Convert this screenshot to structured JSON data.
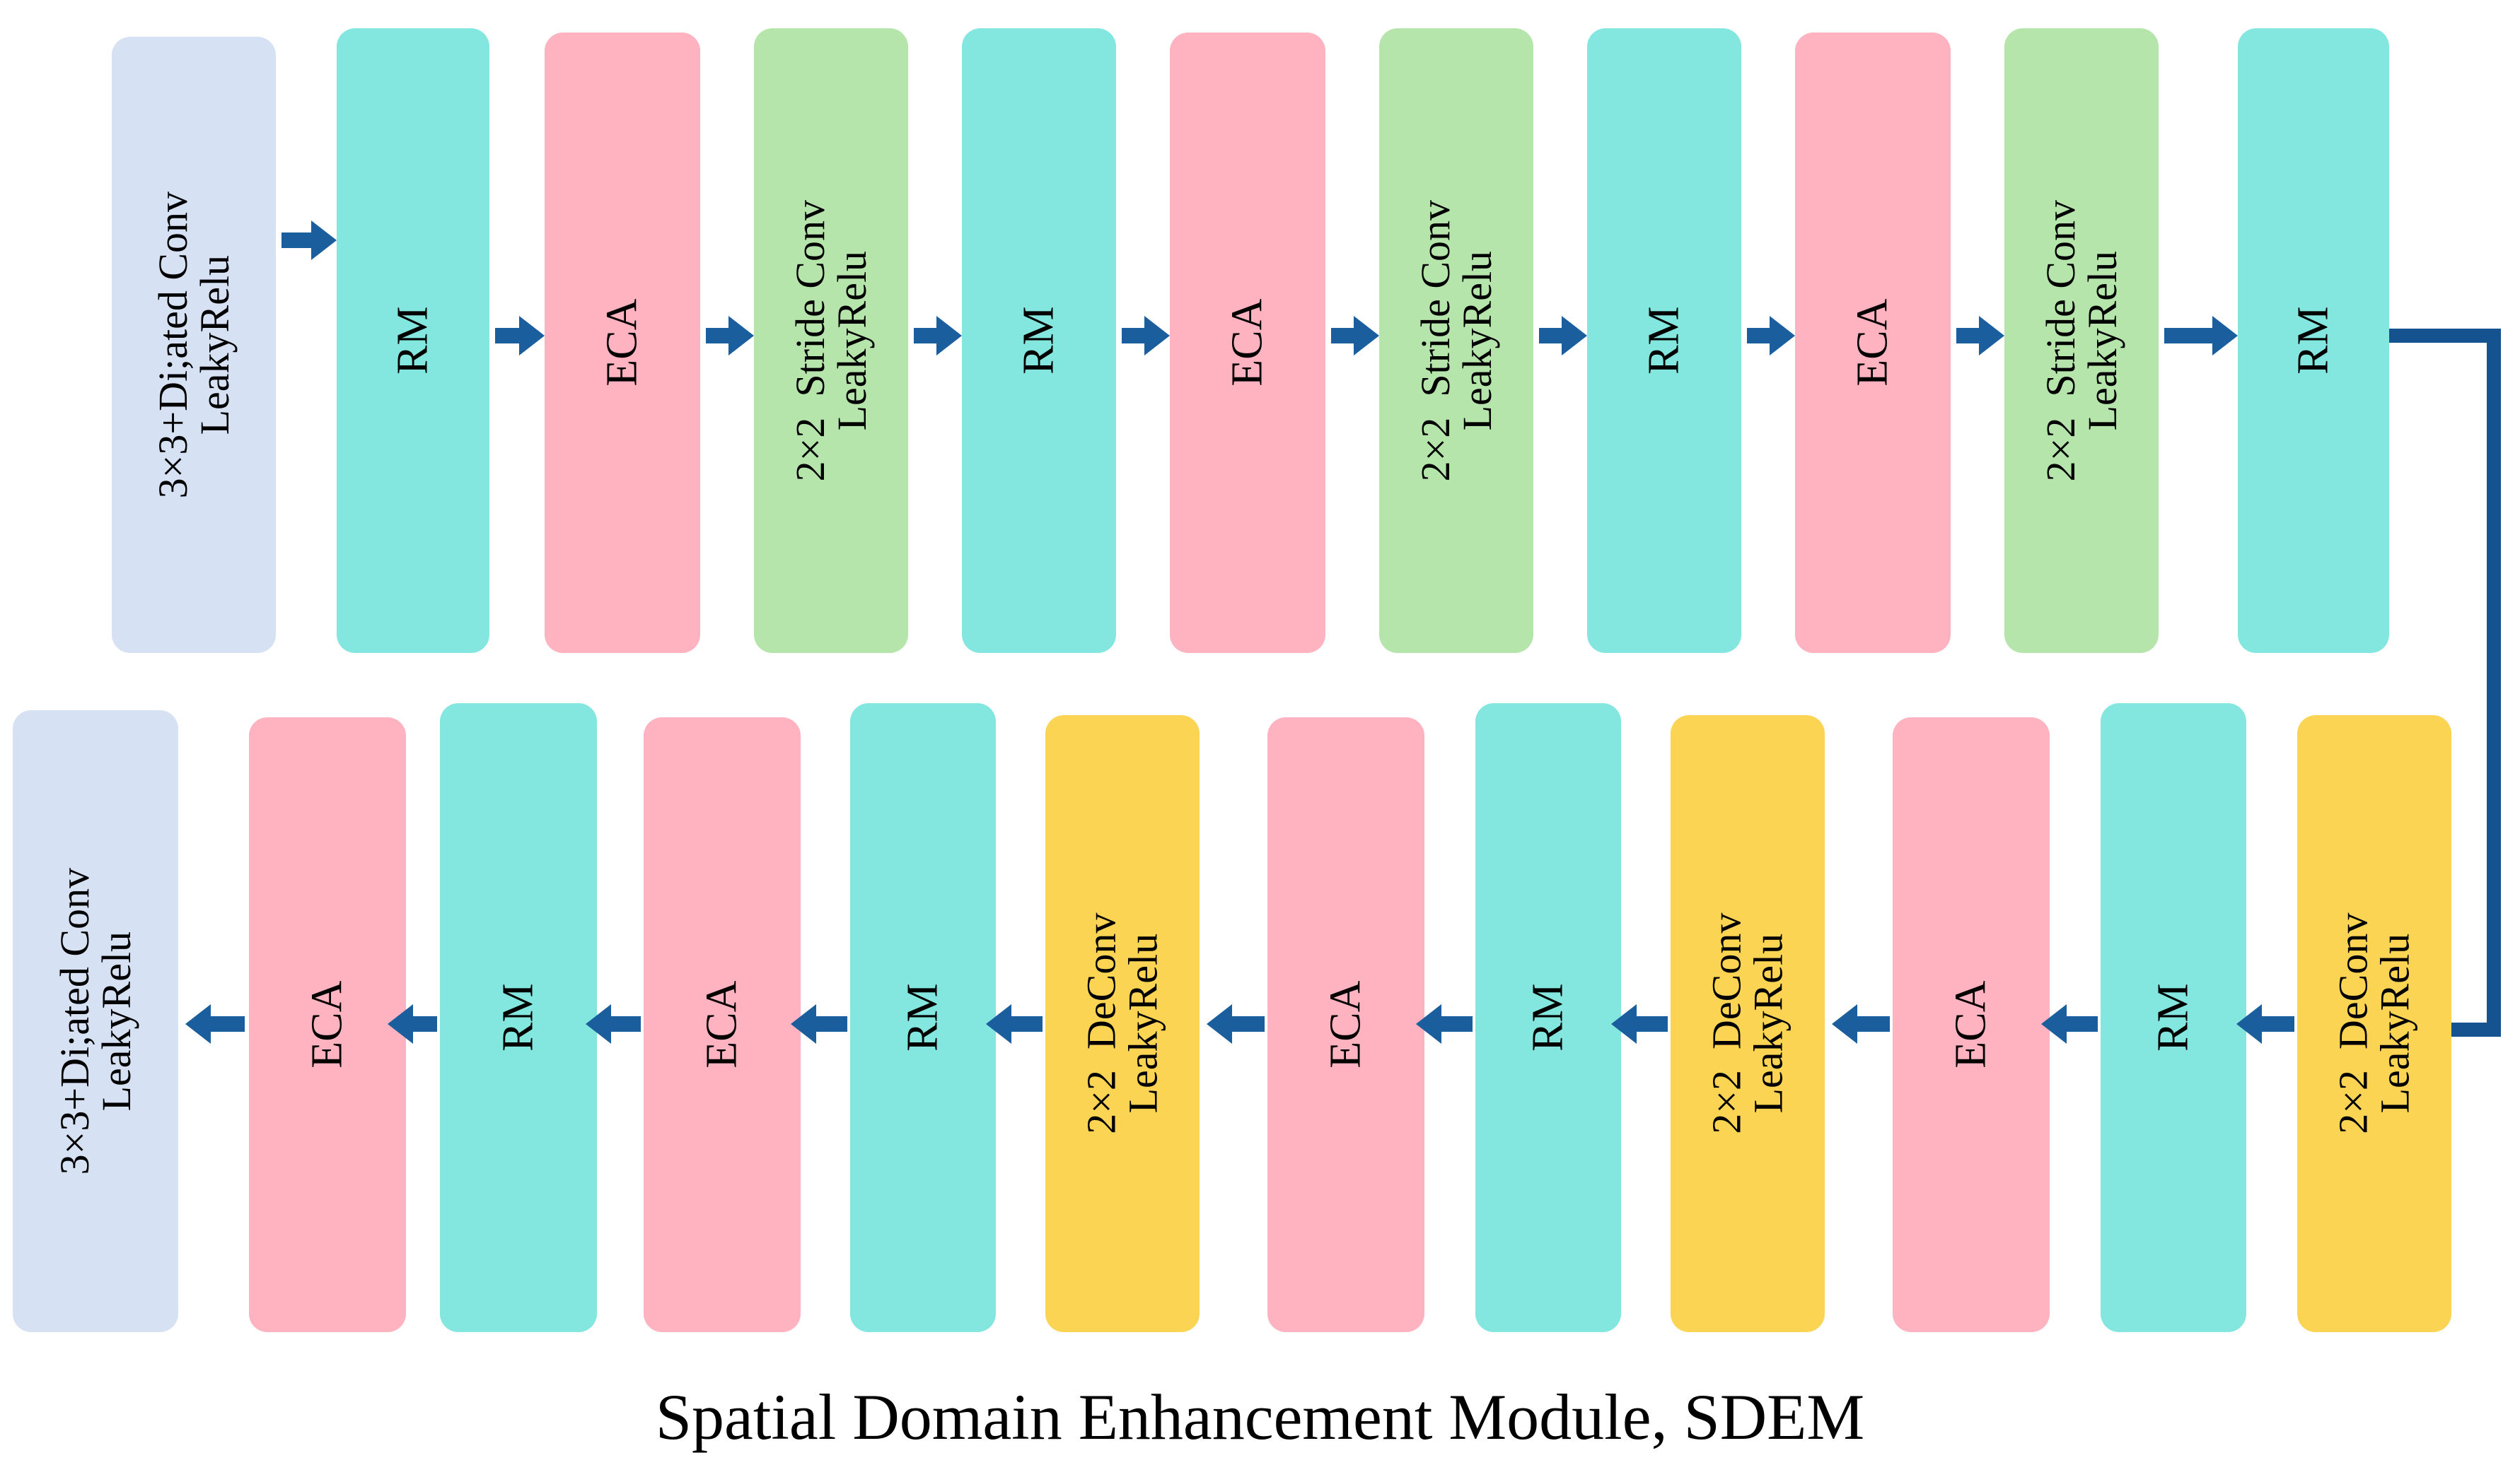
{
  "diagram": {
    "caption": "Spatial Domain Enhancement Module, SDEM",
    "colors": {
      "dilated_conv": "#D6E2F3",
      "rm": "#83E7DF",
      "eca": "#FFB3C0",
      "stride_conv": "#B6E5AC",
      "deconv": "#FCD453",
      "arrow": "#1b5e9e",
      "connector": "#14538f",
      "text": "#000000",
      "background": "#ffffff"
    },
    "row1": {
      "direction": "left-to-right",
      "blocks": [
        {
          "id": "r1-dilated-conv",
          "type": "dilated-conv",
          "label": "3×3+Di;ated Conv\nLeakyRelu"
        },
        {
          "id": "r1-rm-1",
          "type": "rm",
          "label": "RM"
        },
        {
          "id": "r1-eca-1",
          "type": "eca",
          "label": "ECA"
        },
        {
          "id": "r1-stride-conv-1",
          "type": "stride-conv",
          "label": "2×2  Stride Conv\nLeakyRelu"
        },
        {
          "id": "r1-rm-2",
          "type": "rm",
          "label": "RM"
        },
        {
          "id": "r1-eca-2",
          "type": "eca",
          "label": "ECA"
        },
        {
          "id": "r1-stride-conv-2",
          "type": "stride-conv",
          "label": "2×2  Stride Conv\nLeakyRelu"
        },
        {
          "id": "r1-rm-3",
          "type": "rm",
          "label": "RM"
        },
        {
          "id": "r1-eca-3",
          "type": "eca",
          "label": "ECA"
        },
        {
          "id": "r1-stride-conv-3",
          "type": "stride-conv",
          "label": "2×2  Stride Conv\nLeakyRelu"
        },
        {
          "id": "r1-rm-4",
          "type": "rm",
          "label": "RM"
        }
      ]
    },
    "row2": {
      "direction": "right-to-left",
      "blocks": [
        {
          "id": "r2-dilated-conv",
          "type": "dilated-conv",
          "label": "3×3+Di;ated Conv\nLeakyRelu"
        },
        {
          "id": "r2-eca-1",
          "type": "eca",
          "label": "ECA"
        },
        {
          "id": "r2-rm-1",
          "type": "rm",
          "label": "RM"
        },
        {
          "id": "r2-eca-2",
          "type": "eca",
          "label": "ECA"
        },
        {
          "id": "r2-rm-2",
          "type": "rm",
          "label": "RM"
        },
        {
          "id": "r2-deconv-1",
          "type": "deconv",
          "label": "2×2  DeConv\nLeakyRelu"
        },
        {
          "id": "r2-eca-3",
          "type": "eca",
          "label": "ECA"
        },
        {
          "id": "r2-rm-3",
          "type": "rm",
          "label": "RM"
        },
        {
          "id": "r2-deconv-2",
          "type": "deconv",
          "label": "2×2  DeConv\nLeakyRelu"
        },
        {
          "id": "r2-eca-4",
          "type": "eca",
          "label": "ECA"
        },
        {
          "id": "r2-rm-4",
          "type": "rm",
          "label": "RM"
        },
        {
          "id": "r2-deconv-3",
          "type": "deconv",
          "label": "2×2  DeConv\nLeakyRelu"
        }
      ]
    },
    "connector": {
      "label": "skip-connector-row1-to-row2",
      "from": "r1-rm-4",
      "to": "r2-deconv-3"
    }
  }
}
